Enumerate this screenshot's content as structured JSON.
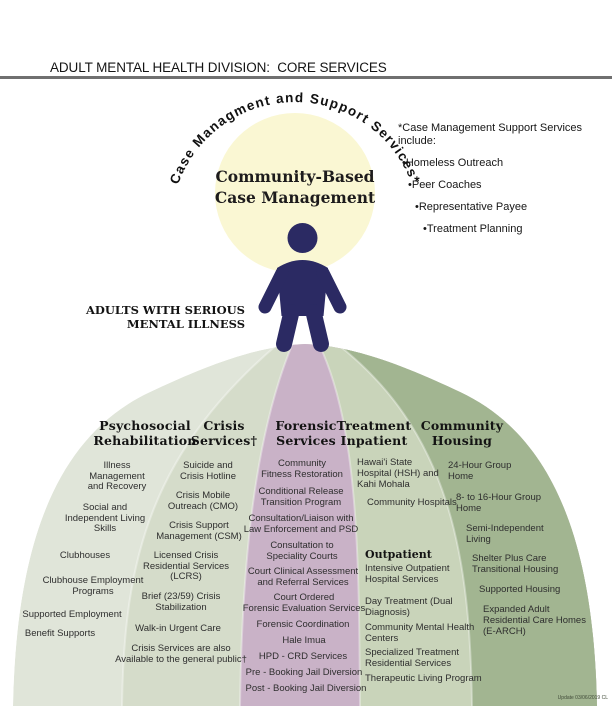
{
  "title": "ADULT MENTAL HEALTH DIVISION:  CORE SERVICES",
  "center": {
    "arc_label": "Case Managment and Support Services*",
    "circle_title": "Community-Based\nCase Management",
    "population_label": "ADULTS WITH SERIOUS\nMENTAL ILLNESS"
  },
  "note": {
    "title": "*Case Management Support Services include:",
    "bullets": [
      "•Homeless Outreach",
      "•Peer Coaches",
      "•Representative Payee",
      "•Treatment Planning"
    ]
  },
  "dome": {
    "segments": [
      {
        "id": "psychosocial-rehabilitation",
        "header": "Psychosocial\nRehabilitation",
        "color": "#e0e5d9",
        "items": [
          "Illness\nManagement\nand Recovery",
          "Social and\nIndependent Living\nSkills",
          "Clubhouses",
          "Clubhouse Employment\nPrograms",
          "Supported Employment",
          "Benefit Supports"
        ]
      },
      {
        "id": "crisis-services",
        "header": "Crisis\nServices†",
        "color": "#d5dcca",
        "items": [
          "Suicide and\nCrisis Hotline",
          "Crisis Mobile\nOutreach (CMO)",
          "Crisis Support\nManagement (CSM)",
          "Licensed Crisis\nResidential Services\n(LCRS)",
          "Brief (23/59) Crisis\nStabilization",
          "Walk-in Urgent Care",
          "Crisis Services are also\nAvailable to the general public†"
        ]
      },
      {
        "id": "forensic-services",
        "header": "Forensic\nServices",
        "color": "#c9b2c7",
        "items": [
          "Community\nFitness Restoration",
          "Conditional Release\nTransition Program",
          "Consultation/Liaison with\nLaw Enforcement and PSD",
          "Consultation to\nSpeciality Courts",
          "Court Clinical Assessment\nand Referral Services",
          "Court Ordered\nForensic Evaluation Services",
          "Forensic Coordination",
          "Hale Imua",
          "HPD - CRD Services",
          "Pre - Booking Jail Diversion",
          "Post - Booking Jail Diversion"
        ]
      },
      {
        "id": "treatment",
        "header": "Treatment\nInpatient",
        "color": "#c9d4ba",
        "items": [
          "Hawai'i State\nHospital (HSH) and\nKahi Mohala",
          "Community Hospitals"
        ],
        "subheader": "Outpatient",
        "outpatient_items": [
          "Intensive Outpatient\nHospital Services",
          "Day Treatment (Dual\nDiagnosis)",
          "Community Mental Health\nCenters",
          "Specialized Treatment\nResidential Services",
          "Therapeutic Living Program"
        ]
      },
      {
        "id": "community-housing",
        "header": "Community\nHousing",
        "color": "#a2b591",
        "items": [
          "24-Hour Group\nHome",
          "8- to 16-Hour Group\nHome",
          "Semi-Independent\nLiving",
          "Shelter Plus Care\nTransitional Housing",
          "Supported Housing",
          "Expanded Adult\nResidential Care Homes\n(E-ARCH)"
        ]
      }
    ]
  },
  "footer": {
    "update_note": "Update 03/06/2019 CL"
  },
  "colors": {
    "circle_fill": "#faf7d3",
    "figure": "#2b2a63",
    "divider": "#707070"
  }
}
